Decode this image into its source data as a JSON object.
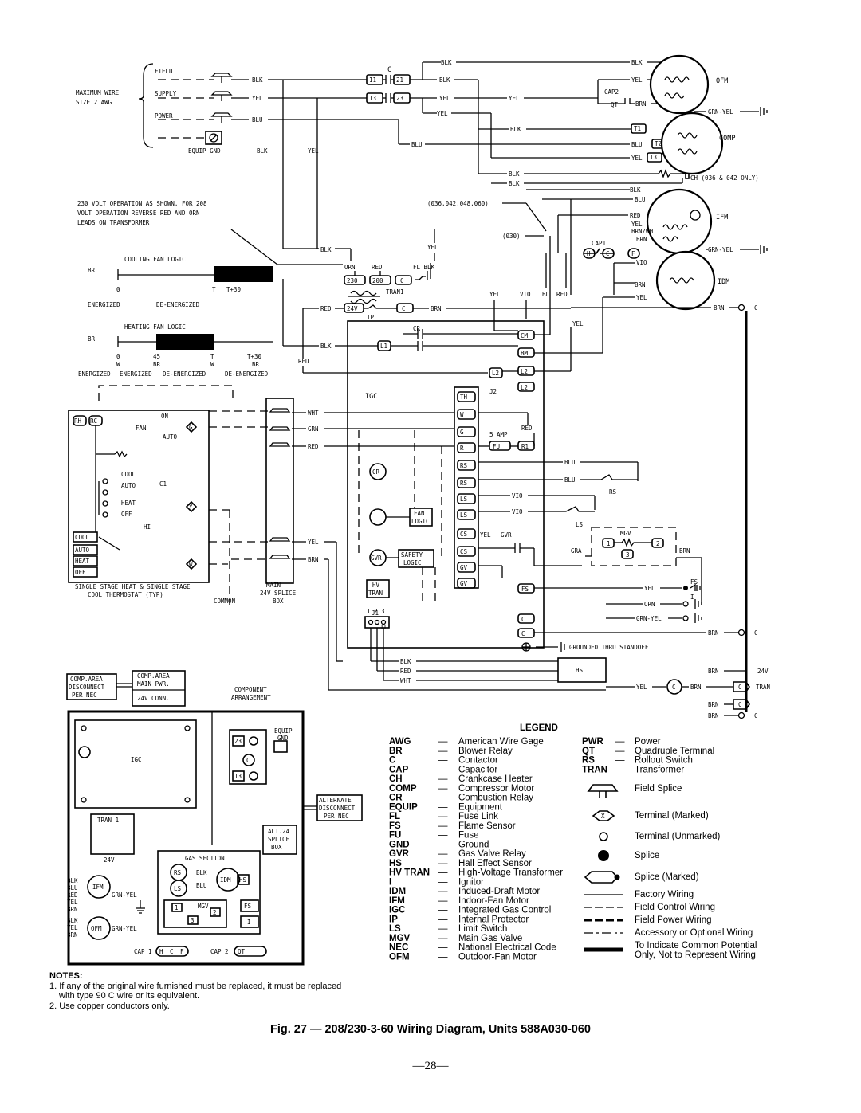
{
  "diagram": {
    "supply": {
      "max_wire": "MAXIMUM WIRE",
      "size": "SIZE 2 AWG",
      "field": "FIELD",
      "supply": "SUPPLY",
      "power": "POWER",
      "equip_gnd": "EQUIP GND",
      "blk": "BLK",
      "yel": "YEL",
      "blu": "BLU"
    },
    "contactor": {
      "c": "C",
      "t1": "11",
      "t3": "13",
      "c21": "21",
      "c23": "23"
    },
    "note_208": [
      "230 VOLT OPERATION AS SHOWN. FOR 208",
      "VOLT OPERATION REVERSE RED AND ORN",
      "LEADS ON TRANSFORMER."
    ],
    "cooling_logic": {
      "title": "COOLING FAN LOGIC",
      "br": "BR",
      "t0": "0",
      "t1": "T",
      "t2": "T+30",
      "e1": "ENERGIZED",
      "e2": "DE-ENERGIZED"
    },
    "heating_logic": {
      "title": "HEATING FAN LOGIC",
      "br": "BR",
      "t0": "0",
      "t1": "45",
      "t2": "T",
      "t3": "T+30",
      "w0": "W",
      "w1": "BR",
      "w2": "W",
      "w3": "BR",
      "e1": "ENERGIZED",
      "e2": "ENERGIZED",
      "e3": "DE-ENERGIZED",
      "e4": "DE-ENERGIZED"
    },
    "motors": {
      "ofm": "OFM",
      "comp": "COMP",
      "ifm": "IFM",
      "idm": "IDM"
    },
    "labels": {
      "cap2": "CAP2",
      "qt": "QT",
      "ch_only": "CH (036 & 042 ONLY)",
      "models1": "(036,042,048,060)",
      "models2": "(030)",
      "cap1": "CAP1",
      "tran1": "TRAN1",
      "ip": "IP",
      "cr": "CR",
      "igc": "IGC",
      "j2": "J2",
      "j1": "J1",
      "amp": "5 AMP",
      "fu": "FU",
      "r1": "R1",
      "rs": "RS",
      "ls": "LS",
      "gvr": "GVR",
      "mgv": "MGV",
      "fs": "FS",
      "i": "I",
      "hs": "HS",
      "grounded": "GROUNDED THRU STANDOFF",
      "v24": "24V",
      "tran": "TRAN",
      "c_lbl": "C",
      "fan_logic": [
        "FAN",
        "LOGIC"
      ],
      "safety_logic": [
        "SAFETY",
        "LOGIC"
      ],
      "hv_tran": [
        "HV",
        "TRAN"
      ],
      "v230": "230",
      "v200": "200",
      "v24t": "24V",
      "orn": "ORN",
      "red": "RED",
      "fl_blk": "FL BLK",
      "yel": "YEL",
      "vio": "VIO",
      "blu_red": "BLU RED",
      "yel_gvr": "YEL",
      "gra": "GRA",
      "brn": "BRN"
    },
    "igc_pins": [
      "TH",
      "W",
      "G",
      "R",
      "RS",
      "RS",
      "LS",
      "LS",
      "CS",
      "CS",
      "GV",
      "GV",
      "FS",
      "C",
      "C"
    ],
    "igc_top_pins": [
      "CM",
      "BM",
      "L2",
      "L2",
      "L2"
    ],
    "wire_colors": {
      "blk": "BLK",
      "yel": "YEL",
      "blu": "BLU",
      "brn": "BRN",
      "red": "RED",
      "grn_yel": "GRN-YEL",
      "wht": "WHT",
      "grn": "GRN",
      "vio": "VIO",
      "orn": "ORN",
      "brn_wht": "BRN/WHT"
    },
    "thermostat": {
      "title": [
        "SINGLE STAGE HEAT & SINGLE STAGE",
        "COOL THERMOSTAT (TYP)"
      ],
      "rh": "RH",
      "rc": "RC",
      "fan": "FAN",
      "on": "ON",
      "auto": "AUTO",
      "g": "G",
      "cool": "COOL",
      "heat": "HEAT",
      "off": "OFF",
      "c1": "C1",
      "y": "Y",
      "hi": "HI",
      "w": "W",
      "switch": [
        "COOL",
        "AUTO",
        "HEAT",
        "OFF"
      ]
    },
    "splice": {
      "common": "COMMON",
      "main": [
        "MAIN",
        "24V SPLICE",
        "BOX"
      ]
    },
    "arrangement": {
      "comp_area_disc": [
        "COMP.AREA",
        "DISCONNECT",
        "PER NEC"
      ],
      "comp_area_main": [
        "COMP.AREA",
        "MAIN PWR.",
        "24V CONN."
      ],
      "component": [
        "COMPONENT",
        "ARRANGEMENT"
      ],
      "equip_gnd": [
        "EQUIP",
        "GND"
      ],
      "alternate": [
        "ALTERNATE",
        "DISCONNECT",
        "PER NEC"
      ],
      "alt24": [
        "ALT.24",
        "SPLICE",
        "BOX"
      ],
      "tran1": "TRAN 1",
      "v24": "24V",
      "gas": "GAS SECTION",
      "igc": "IGC",
      "rs": "RS",
      "ls": "LS",
      "idm": "IDM",
      "hs": "HS",
      "mgv": "MGV",
      "fs": "FS",
      "i": "I",
      "ifm": "IFM",
      "ofm": "OFM",
      "cap1": "CAP 1",
      "cap2": "CAP 2",
      "h": "H",
      "c": "C",
      "f": "F",
      "qt": "QT"
    }
  },
  "legend": {
    "title": "LEGEND",
    "left": [
      [
        "AWG",
        "American Wire Gage"
      ],
      [
        "BR",
        "Blower Relay"
      ],
      [
        "C",
        "Contactor"
      ],
      [
        "CAP",
        "Capacitor"
      ],
      [
        "CH",
        "Crankcase Heater"
      ],
      [
        "COMP",
        "Compressor Motor"
      ],
      [
        "CR",
        "Combustion Relay"
      ],
      [
        "EQUIP",
        "Equipment"
      ],
      [
        "FL",
        "Fuse Link"
      ],
      [
        "FS",
        "Flame Sensor"
      ],
      [
        "FU",
        "Fuse"
      ],
      [
        "GND",
        "Ground"
      ],
      [
        "GVR",
        "Gas Valve Relay"
      ],
      [
        "HS",
        "Hall Effect Sensor"
      ],
      [
        "HV TRAN",
        "High-Voltage Transformer"
      ],
      [
        "I",
        "Ignitor"
      ],
      [
        "IDM",
        "Induced-Draft Motor"
      ],
      [
        "IFM",
        "Indoor-Fan Motor"
      ],
      [
        "IGC",
        "Integrated Gas Control"
      ],
      [
        "IP",
        "Internal Protector"
      ],
      [
        "LS",
        "Limit Switch"
      ],
      [
        "MGV",
        "Main Gas Valve"
      ],
      [
        "NEC",
        "National Electrical Code"
      ],
      [
        "OFM",
        "Outdoor-Fan Motor"
      ]
    ],
    "right": [
      [
        "PWR",
        "Power"
      ],
      [
        "QT",
        "Quadruple Terminal"
      ],
      [
        "RS",
        "Rollout Switch"
      ],
      [
        "TRAN",
        "Transformer"
      ]
    ],
    "symbols": {
      "field_splice": "Field Splice",
      "terminal_marked": "Terminal (Marked)",
      "terminal_marked_x": "X",
      "terminal_unmarked": "Terminal (Unmarked)",
      "splice": "Splice",
      "splice_marked": "Splice (Marked)",
      "factory": "Factory Wiring",
      "field_control": "Field Control Wiring",
      "field_power": "Field Power Wiring",
      "accessory": "Accessory or Optional Wiring",
      "common_potential": [
        "To Indicate Common Potential",
        "Only, Not to Represent Wiring"
      ]
    }
  },
  "notes": {
    "heading": "NOTES:",
    "n1a": "1. If any of the original wire furnished must be replaced, it must be replaced",
    "n1b": "with type 90 C wire or its equivalent.",
    "n2": "2. Use copper conductors only."
  },
  "caption": "Fig. 27 — 208/230-3-60 Wiring Diagram, Units 588A030-060",
  "page_number": "—28—"
}
